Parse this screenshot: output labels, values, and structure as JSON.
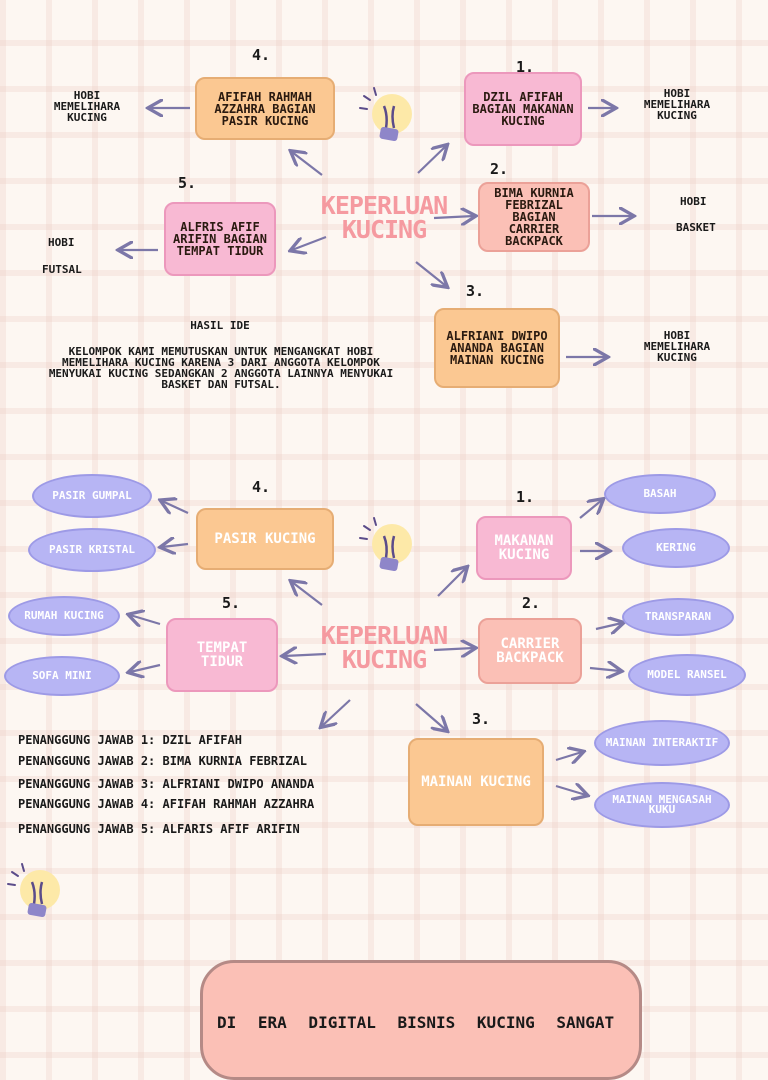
{
  "section1": {
    "center_title": "KEPERLUAN KUCING",
    "nodes": [
      {
        "num": "1.",
        "label": "DZIL AFIFAH BAGIAN MAKANAN KUCING",
        "hobi": "HOBI MEMELIHARA KUCING"
      },
      {
        "num": "2.",
        "label": "BIMA KURNIA FEBRIZAL BAGIAN CARRIER BACKPACK",
        "hobi_title": "HOBI",
        "hobi_value": "BASKET"
      },
      {
        "num": "3.",
        "label": "ALFRIANI DWIPO ANANDA BAGIAN MAINAN KUCING",
        "hobi": "HOBI MEMELIHARA KUCING"
      },
      {
        "num": "4.",
        "label": "AFIFAH RAHMAH AZZAHRA BAGIAN PASIR KUCING",
        "hobi": "HOBI MEMELIHARA KUCING"
      },
      {
        "num": "5.",
        "label": "ALFRIS AFIF ARIFIN BAGIAN TEMPAT TIDUR",
        "hobi_title": "HOBI",
        "hobi_value": "FUTSAL"
      }
    ],
    "hasil_title": "HASIL IDE",
    "hasil_text": "KELOMPOK KAMI MEMUTUSKAN UNTUK MENGANGKAT HOBI MEMELIHARA KUCING KARENA 3 DARI ANGGOTA KELOMPOK MENYUKAI KUCING SEDANGKAN 2 ANGGOTA LAINNYA MENYUKAI BASKET DAN FUTSAL."
  },
  "section2": {
    "center_title": "KEPERLUAN KUCING",
    "nodes": [
      {
        "num": "1.",
        "label": "MAKANAN KUCING",
        "items": [
          "BASAH",
          "KERING"
        ]
      },
      {
        "num": "2.",
        "label": "CARRIER BACKPACK",
        "items": [
          "TRANSPARAN",
          "MODEL RANSEL"
        ]
      },
      {
        "num": "3.",
        "label": "MAINAN KUCING",
        "items": [
          "MAINAN INTERAKTIF",
          "MAINAN MENGASAH KUKU"
        ]
      },
      {
        "num": "4.",
        "label": "PASIR KUCING",
        "items": [
          "PASIR GUMPAL",
          "PASIR KRISTAL"
        ]
      },
      {
        "num": "5.",
        "label": "TEMPAT TIDUR",
        "items": [
          "RUMAH KUCING",
          "SOFA MINI"
        ]
      }
    ],
    "penanggung_jawab": [
      "PENANGGUNG JAWAB 1: DZIL AFIFAH",
      "PENANGGUNG JAWAB 2: BIMA KURNIA FEBRIZAL",
      "PENANGGUNG JAWAB 3: ALFRIANI DWIPO ANANDA",
      "PENANGGUNG JAWAB 4: AFIFAH RAHMAH AZZAHRA",
      "PENANGGUNG JAWAB 5: ALFARIS AFIF ARIFIN"
    ]
  },
  "bottom": {
    "text": "DI ERA DIGITAL BISNIS KUCING SANGAT"
  },
  "colors": {
    "orange": "#fbc892",
    "pink": "#f8b9d3",
    "salmon": "#fbc0b6",
    "lavender": "#b7b5f4",
    "arrow": "#7c77a8",
    "title": "#f59aa0"
  },
  "icons": [
    "lightbulb-icon"
  ]
}
